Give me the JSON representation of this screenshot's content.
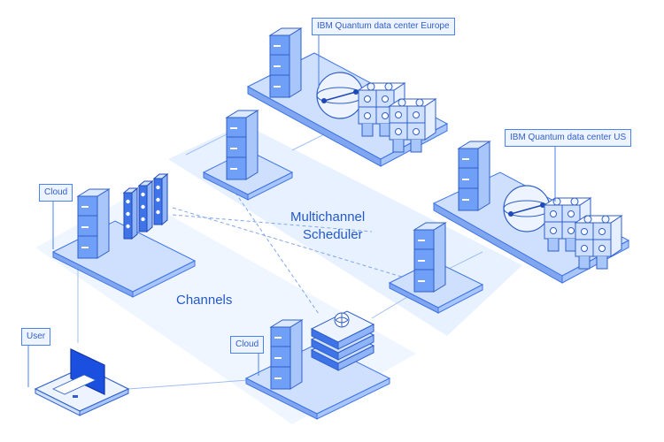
{
  "labels": {
    "europe": "IBM Quantum data center Europe",
    "us": "IBM Quantum data center US",
    "cloud_left": "Cloud",
    "cloud_bottom": "Cloud",
    "user": "User",
    "channels": "Channels",
    "multichannel_line1": "Multichannel",
    "multichannel_line2": "Scheduler"
  },
  "colors": {
    "accent": "#2459c9",
    "line": "#4a82f0",
    "platform_top": "#cfe0ff",
    "zone": "#e8f1ff",
    "laptop_screen": "#1a4fe0"
  }
}
